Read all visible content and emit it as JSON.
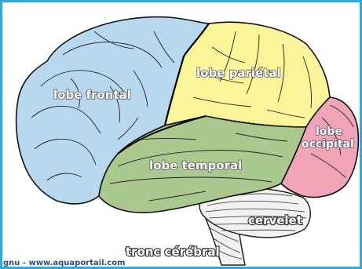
{
  "labels": {
    "frontal": "lobe frontal",
    "parietal": "lobe pariétal",
    "occipital_line1": "lobe",
    "occipital_line2": "occipital",
    "temporal": "lobe temporal",
    "cerebellum": "cervelet",
    "brainstem": "tronc cérébral"
  },
  "credit": "gnu - www.aquaportail.com",
  "colors": {
    "frontal": "#b7d8ee",
    "parietal": "#fbf59a",
    "occipital": "#f1a3b8",
    "temporal": "#a9c98f",
    "cerebellum": "#f2f2f2",
    "brainstem": "#f2f2f2",
    "border": "#3aa6d8",
    "credit_text": "#1f4e8c"
  }
}
